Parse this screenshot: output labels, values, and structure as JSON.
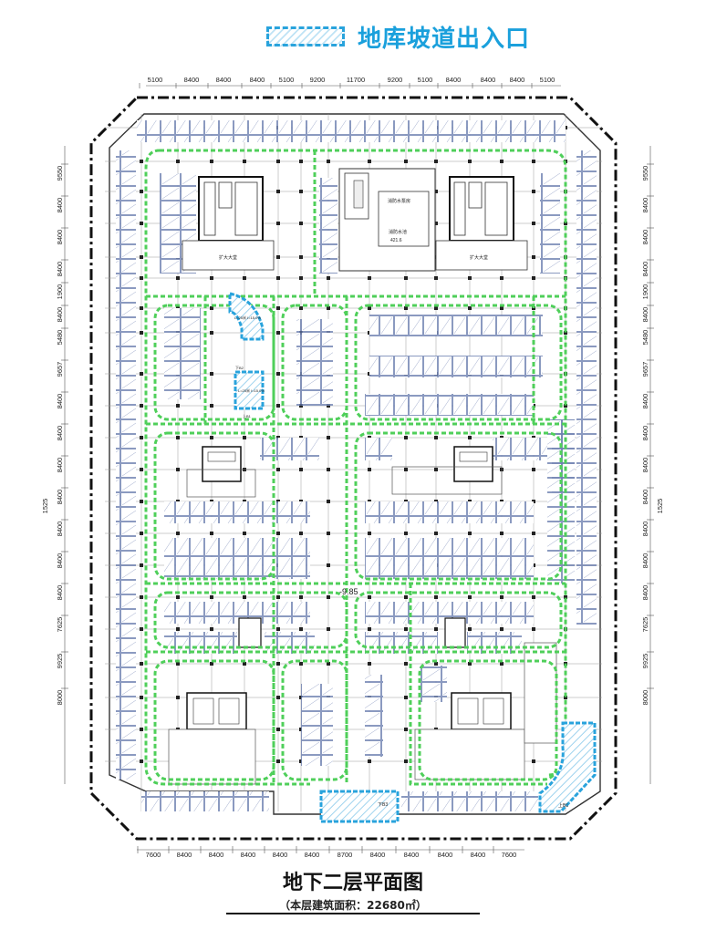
{
  "legend": {
    "label": "地库坡道出入口"
  },
  "title": "地下二层平面图",
  "subtitle": "（本层建筑面积：22680㎡）",
  "dims_top": [
    "5100",
    "8400",
    "8400",
    "8400",
    "5100",
    "9200",
    "11700",
    "9200",
    "5100",
    "8400",
    "8400",
    "8400",
    "5100"
  ],
  "dims_bottom": [
    "7600",
    "8400",
    "8400",
    "8400",
    "8400",
    "8400",
    "8700",
    "8400",
    "8400",
    "8400",
    "8400",
    "7600"
  ],
  "dims_left": [
    "9550",
    "8400",
    "8400",
    "8400",
    "1900",
    "8400",
    "5480",
    "9657",
    "8400",
    "8400",
    "8400",
    "8400",
    "8400",
    "8400",
    "8400",
    "7625",
    "9925",
    "8000"
  ],
  "dims_right": [
    "9550",
    "8400",
    "8400",
    "8400",
    "1900",
    "8400",
    "5480",
    "9657",
    "8400",
    "8400",
    "8400",
    "8400",
    "8400",
    "8400",
    "8400",
    "7625",
    "9925",
    "8000"
  ],
  "dim_side_total": "1525",
  "level_mark": "-9.85",
  "labels": {
    "core_left_name": "扩大大堂",
    "core_right_name": "扩大大堂",
    "center_room": "消防水泵房",
    "center_tank": "消防水池",
    "center_tank_area": "421.6",
    "ramp_top_label": "L=25米 I=15.0%",
    "ramp_top_floor": "下B2",
    "ramp_mid_label": "L=25米 I=15.0%",
    "ramp_mid_floor": "上B1",
    "ramp_bottom_label": "下B3",
    "ramp_right_label": "上B1"
  },
  "colors": {
    "ramp": "#29a3dc",
    "lane": "#4fcf5a",
    "stall": "#5a6fa6",
    "structure": "#222222"
  }
}
